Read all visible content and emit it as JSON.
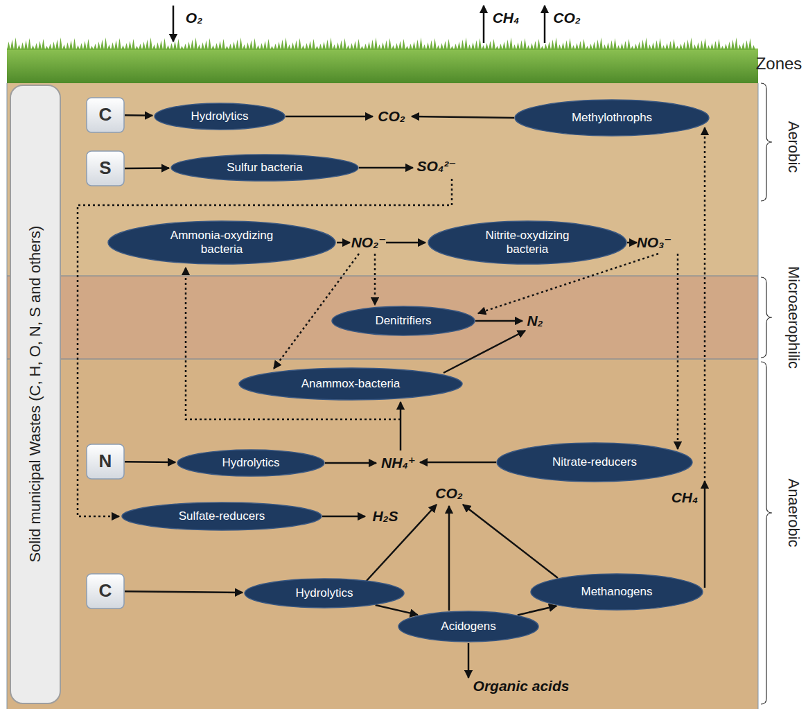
{
  "diagram": {
    "nodes": [
      {
        "text": [
          "Solid municipal Wastes (C, H, O, N, S and others)"
        ]
      },
      {
        "text": [
          "C"
        ]
      },
      {
        "text": [
          "Hydrolytics"
        ]
      },
      {
        "text": [
          "Methylothrophs"
        ]
      },
      {
        "text": [
          "S"
        ]
      },
      {
        "text": [
          "Sulfur bacteria"
        ]
      },
      {
        "text": [
          "Ammonia-oxydizing bacteria"
        ]
      },
      {
        "text": [
          "Nitrite-oxydizing bacteria"
        ]
      },
      {
        "text": [
          "Denitrifiers"
        ]
      },
      {
        "text": [
          "Anammox-bacteria"
        ]
      },
      {
        "text": [
          "N"
        ]
      },
      {
        "text": [
          "Hydrolytics"
        ]
      },
      {
        "text": [
          "Nitrate-reducers"
        ]
      },
      {
        "text": [
          "Sulfate-reducers"
        ]
      },
      {
        "text": [
          "C"
        ]
      },
      {
        "text": [
          "Hydrolytics"
        ]
      },
      {
        "text": [
          "Methanogens"
        ]
      },
      {
        "text": [
          "Acidogens"
        ]
      }
    ],
    "edges": [
      {
        "from": 1,
        "to": 2,
        "arrow": "to"
      },
      {
        "from": 4,
        "to": 5,
        "arrow": "to"
      },
      {
        "from": 10,
        "to": 11,
        "arrow": "to"
      },
      {
        "from": 14,
        "to": 15,
        "arrow": "to"
      },
      {
        "from": 15,
        "to": 17,
        "arrow": "to"
      },
      {
        "from": 17,
        "to": 16,
        "arrow": "to"
      }
    ],
    "labels": [
      "O₂",
      "CH₄",
      "CO₂",
      "Zones",
      "CO₂",
      "SO₄²⁻",
      "Aerobic",
      "NO₂⁻",
      "NO₃⁻",
      "Microaerophilic",
      "N₂",
      "NH₄⁺",
      "Anaerobic",
      "H₂S",
      "CO₂",
      "CH₄",
      "Organic acids"
    ]
  }
}
